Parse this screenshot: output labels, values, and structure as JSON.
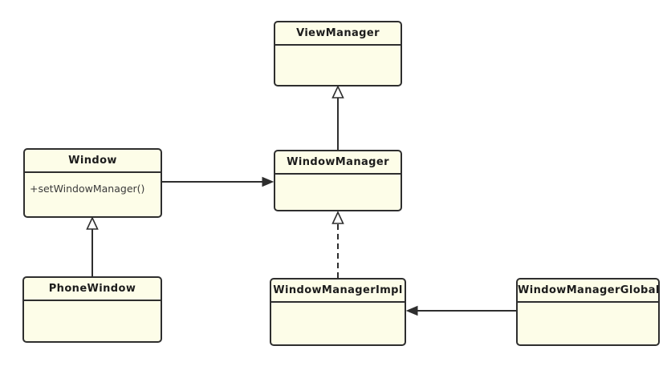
{
  "diagram": {
    "kind": "uml-class-diagram",
    "classes": [
      {
        "name": "ViewManager",
        "methods": []
      },
      {
        "name": "Window",
        "methods": [
          "+setWindowManager()"
        ]
      },
      {
        "name": "WindowManager",
        "methods": []
      },
      {
        "name": "PhoneWindow",
        "methods": []
      },
      {
        "name": "WindowManagerImpl",
        "methods": []
      },
      {
        "name": "WindowManagerGlobal",
        "methods": []
      }
    ],
    "relationships": [
      {
        "from": "WindowManager",
        "to": "ViewManager",
        "type": "generalization",
        "line": "solid",
        "arrowhead": "hollow-triangle"
      },
      {
        "from": "Window",
        "to": "WindowManager",
        "type": "association",
        "line": "solid",
        "arrowhead": "filled-arrow"
      },
      {
        "from": "PhoneWindow",
        "to": "Window",
        "type": "generalization",
        "line": "solid",
        "arrowhead": "hollow-triangle"
      },
      {
        "from": "WindowManagerImpl",
        "to": "WindowManager",
        "type": "realization",
        "line": "dashed",
        "arrowhead": "hollow-triangle"
      },
      {
        "from": "WindowManagerGlobal",
        "to": "WindowManagerImpl",
        "type": "association",
        "line": "solid",
        "arrowhead": "filled-arrow"
      }
    ],
    "colors": {
      "background": "#FFFFFF",
      "box_fill": "#FDFDE8",
      "box_border": "#2E2E2E",
      "title_text": "#1C1C1C",
      "method_text": "#3A3A3A",
      "line": "#2E2E2E"
    }
  }
}
